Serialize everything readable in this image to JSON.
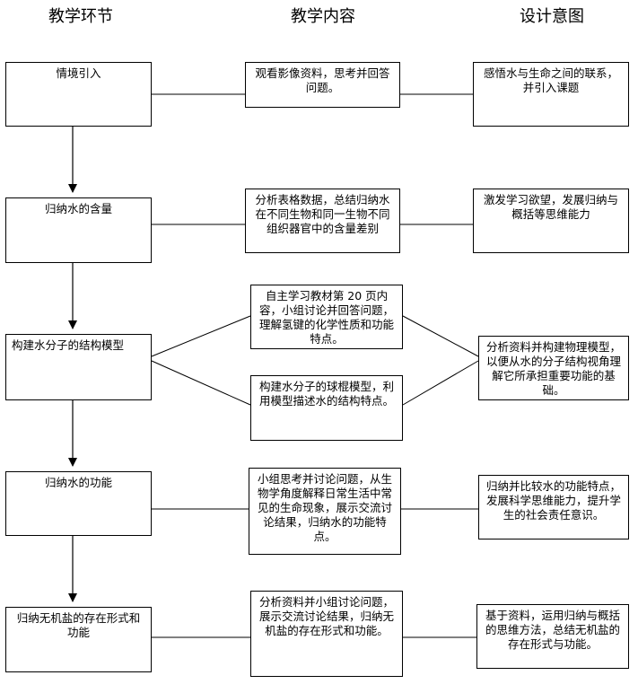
{
  "headers": {
    "stage": "教学环节",
    "content": "教学内容",
    "intent": "设计意图"
  },
  "rows": [
    {
      "stage": "情境引入",
      "contents": [
        "观看影像资料，思考并回答问题。"
      ],
      "intent": "感悟水与生命之间的联系，并引入课题"
    },
    {
      "stage": "归纳水的含量",
      "contents": [
        "分析表格数据，总结归纳水在不同生物和同一生物不同组织器官中的含量差别"
      ],
      "intent": "激发学习欲望，发展归纳与概括等思维能力"
    },
    {
      "stage": "构建水分子的结构模型",
      "contents": [
        "自主学习教材第 20 页内容，小组讨论并回答问题，理解氢键的化学性质和功能特点。",
        "构建水分子的球棍模型，利用模型描述水的结构特点。"
      ],
      "intent": "分析资料并构建物理模型，以便从水的分子结构视角理解它所承担重要功能的基础。"
    },
    {
      "stage": "归纳水的功能",
      "contents": [
        "小组思考并讨论问题，从生物学角度解释日常生活中常见的生命现象，展示交流讨论结果，归纳水的功能特点。"
      ],
      "intent": "归纳并比较水的功能特点，发展科学思维能力，提升学生的社会责任意识。"
    },
    {
      "stage": "归纳无机盐的存在形式和功能",
      "contents": [
        "分析资料并小组讨论问题，展示交流讨论结果，归纳无机盐的存在形式和功能。"
      ],
      "intent": "基于资料，运用归纳与概括的思维方法，总结无机盐的存在形式与功能。"
    }
  ]
}
